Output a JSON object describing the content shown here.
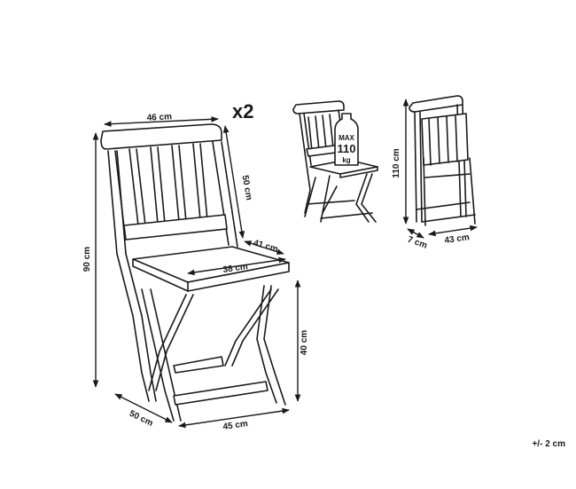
{
  "multiplier": "x2",
  "dimensions": {
    "width_top": "46 cm",
    "backrest_height": "50 cm",
    "seat_depth": "41 cm",
    "seat_width": "38 cm",
    "total_height": "90 cm",
    "seat_height": "40 cm",
    "base_depth": "50 cm",
    "base_width": "45 cm"
  },
  "folded": {
    "height": "110 cm",
    "depth": "7 cm",
    "width": "43 cm"
  },
  "load_badge": {
    "max_label": "MAX",
    "value": "110",
    "unit": "kg"
  },
  "tolerance": "+/- 2 cm"
}
